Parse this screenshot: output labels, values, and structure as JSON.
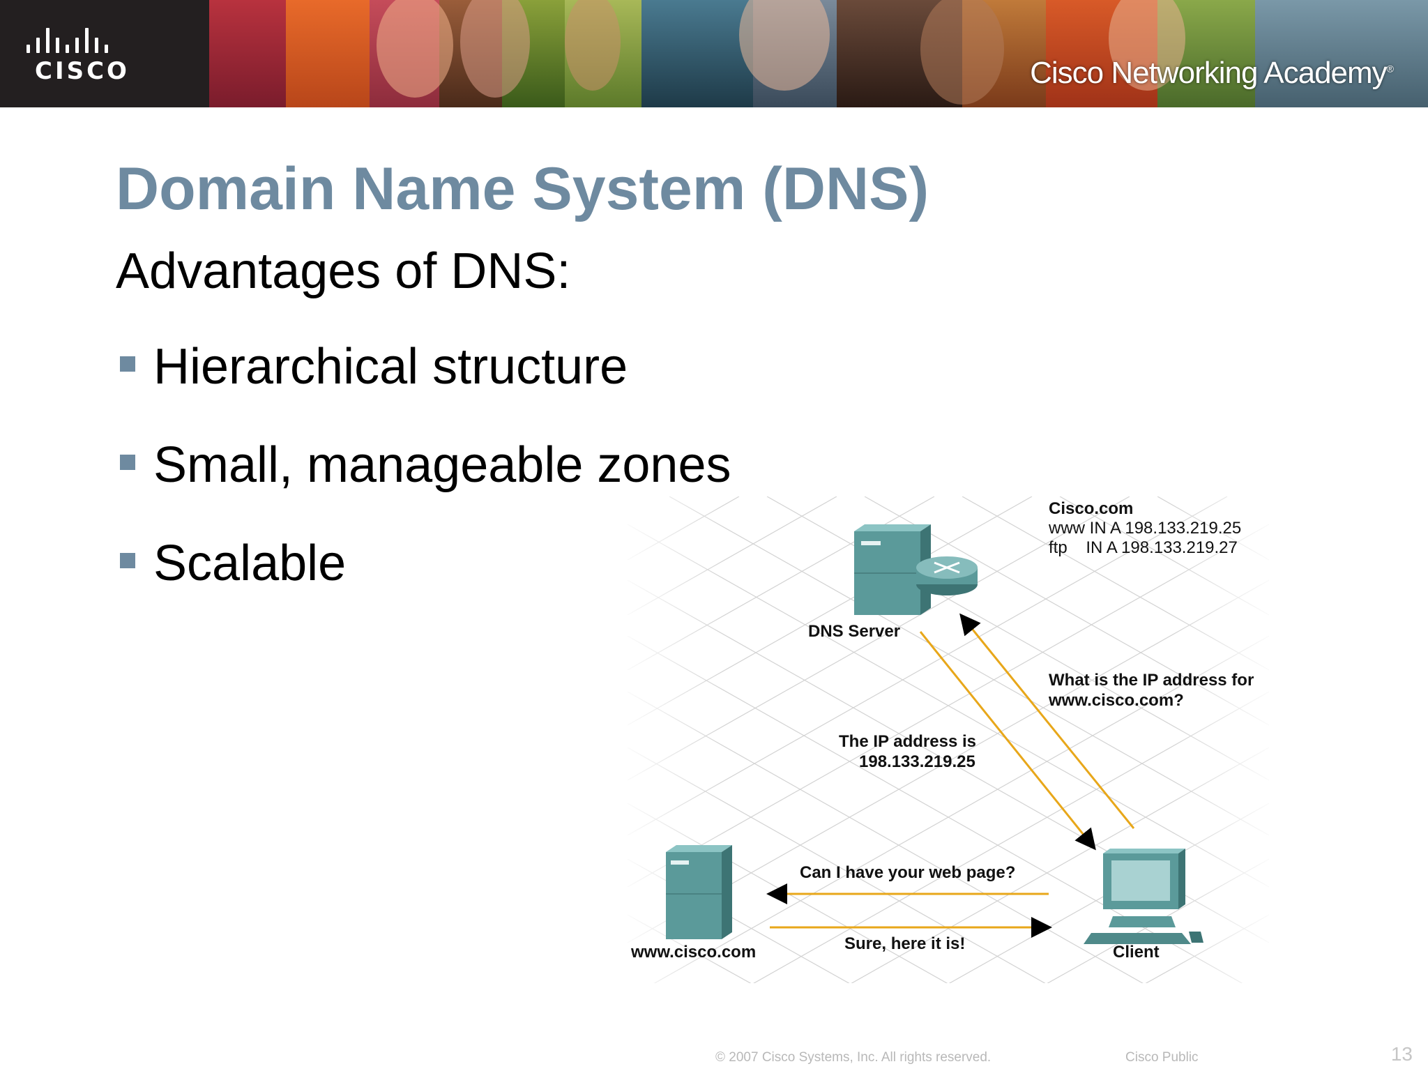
{
  "header": {
    "logo_text": "CISCO",
    "academy": "Cisco Networking Academy",
    "academy_mark": "®"
  },
  "slide": {
    "title": "Domain Name System (DNS)",
    "subtitle": "Advantages of DNS:",
    "bullets": [
      "Hierarchical structure",
      "Small, manageable zones",
      "Scalable"
    ]
  },
  "diagram": {
    "zone_title": "Cisco.com",
    "zone_records": [
      "www IN A 198.133.219.25",
      "ftp    IN A 198.133.219.27"
    ],
    "dns_server_label": "DNS Server",
    "query_line1": "What is the IP address for",
    "query_line2": "www.cisco.com?",
    "answer_line1": "The IP address is",
    "answer_line2": "198.133.219.25",
    "request_label": "Can I have your web page?",
    "response_label": "Sure, here it is!",
    "web_server_label": "www.cisco.com",
    "client_label": "Client"
  },
  "colors": {
    "title": "#6e8aa0",
    "device": "#5b9a9a",
    "arrow": "#e8a71a"
  },
  "footer": {
    "copyright": "© 2007 Cisco Systems, Inc. All rights reserved.",
    "classification": "Cisco Public",
    "page": "13"
  }
}
